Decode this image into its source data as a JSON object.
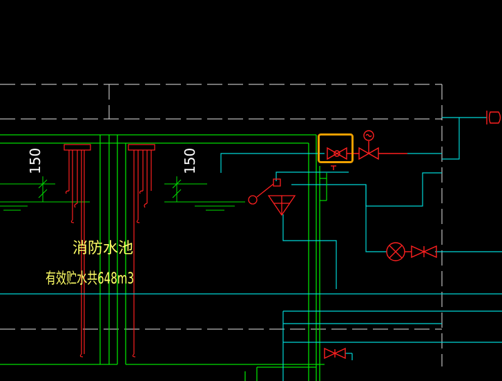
{
  "drawing": {
    "pool_title": "消防水池",
    "pool_capacity": "有效贮水共648m3",
    "dim_left": "150",
    "dim_right": "150"
  },
  "colors": {
    "background": "#000000",
    "green": "#00e000",
    "red": "#ff2020",
    "cyan": "#00d8d8",
    "white": "#ffffff",
    "yellow_text": "#ffff66",
    "highlight": "#f0a000"
  }
}
